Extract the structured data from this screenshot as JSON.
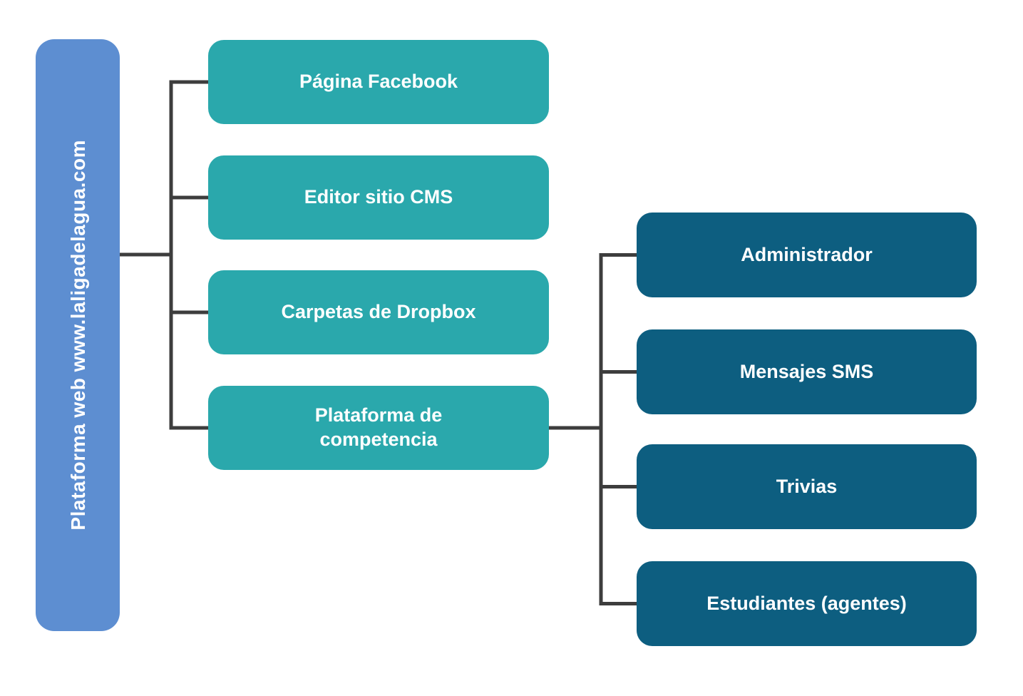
{
  "diagram": {
    "root": {
      "label": "Plataforma web www.laligadelagua.com"
    },
    "level1": [
      {
        "label": "Página Facebook"
      },
      {
        "label": "Editor sitio CMS"
      },
      {
        "label": "Carpetas de Dropbox"
      },
      {
        "label": "Plataforma de competencia"
      }
    ],
    "level2": [
      {
        "label": "Administrador"
      },
      {
        "label": "Mensajes SMS"
      },
      {
        "label": "Trivias"
      },
      {
        "label": "Estudiantes (agentes)"
      }
    ],
    "colors": {
      "root_fill": "#5d8ed1",
      "level1_fill": "#2aa8ac",
      "level2_fill": "#0d5e80",
      "connector": "#3d3d3d",
      "text": "#ffffff",
      "background": "#ffffff"
    }
  }
}
